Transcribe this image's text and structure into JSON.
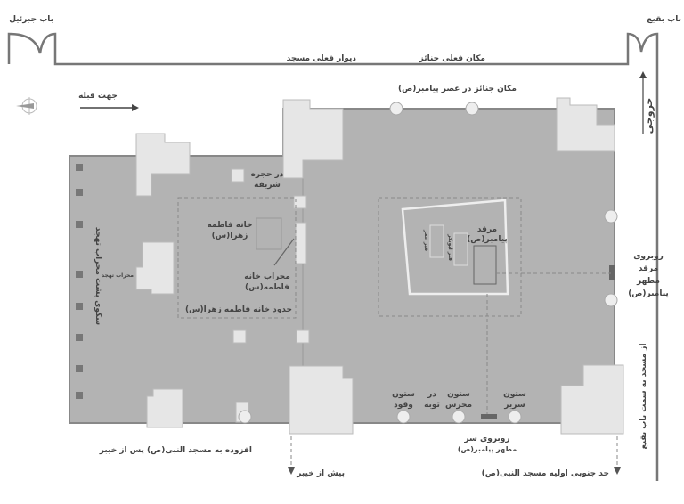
{
  "labels": {
    "gate_jibrail": "باب جبرئیل",
    "gate_baqi": "باب بقیع",
    "current_wall": "دیوار فعلی مسجد",
    "current_funeral_place": "مکان فعلی جنائز",
    "prophet_era_funeral_place": "مکان جنائز در عصر پیامبر(ص)",
    "qibla_direction": "جهت قبله",
    "exit": "خروجی",
    "sharifa_door_1": "در حجره",
    "sharifa_door_2": "شریفه",
    "fatima_house_1": "خانه فاطمه",
    "fatima_house_2": "زهرا(س)",
    "fatima_mihrab_1": "محراب خانه",
    "fatima_mihrab_2": "فاطمه(س)",
    "fatima_house_bounds": "حدود خانه فاطمه زهرا(س)",
    "tahajjud_mihrab": "محراب تهجد",
    "tahajjud_platform": "سکوی پشت محراب تهجد",
    "tomb_1": "مرقد",
    "tomb_2": "پیامبر(ص)",
    "grave_umar": "قبر عمر",
    "grave_abubakr": "قبر ابوبکر",
    "facing_tomb_1": "روبروی",
    "facing_tomb_2": "مرقد",
    "facing_tomb_3": "مطهر",
    "facing_tomb_4": "پیامبر(ص)",
    "from_mosque_to_baqi": "از مسجد به سمت باب بقیع",
    "col_wufud_1": "ستون",
    "col_wufud_2": "وفود",
    "door_tawba_1": "در",
    "door_tawba_2": "توبه",
    "col_haras_1": "ستون",
    "col_haras_2": "محرس",
    "col_sarir_1": "ستون",
    "col_sarir_2": "سریر",
    "facing_head_1": "روبروی سر",
    "facing_head_2": "مطهر پیامبر(ص)",
    "added_after_khaybar": "افزوده به مسجد النبی(ص) پس از خیبر",
    "before_khaybar": "پیش از خیبر",
    "original_south_limit": "حد جنوبی اولیه مسجد النبی(ص)"
  },
  "colors": {
    "floor": "#b3b3b3",
    "pier": "#e6e6e6",
    "wall": "#777777"
  },
  "icons": [
    "compass-icon",
    "arrow-right-icon",
    "arrow-up-icon",
    "arrow-down-icon"
  ]
}
